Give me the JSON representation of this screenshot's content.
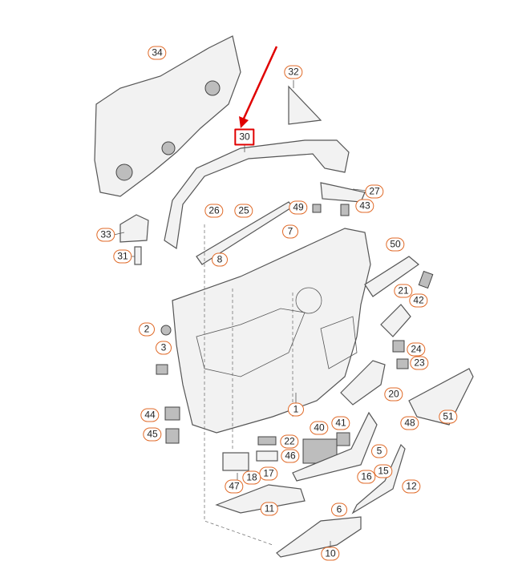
{
  "callouts": [
    "34",
    "32",
    "30",
    "27",
    "43",
    "49",
    "26",
    "25",
    "7",
    "33",
    "50",
    "31",
    "8",
    "21",
    "42",
    "2",
    "3",
    "24",
    "23",
    "20",
    "1",
    "44",
    "48",
    "51",
    "41",
    "40",
    "45",
    "22",
    "5",
    "46",
    "15",
    "17",
    "18",
    "16",
    "12",
    "47",
    "11",
    "6",
    "10"
  ],
  "highlighted": "30",
  "colors": {
    "callout_border": "#e06a28",
    "highlight": "#e00000",
    "arrow": "#e00000"
  }
}
